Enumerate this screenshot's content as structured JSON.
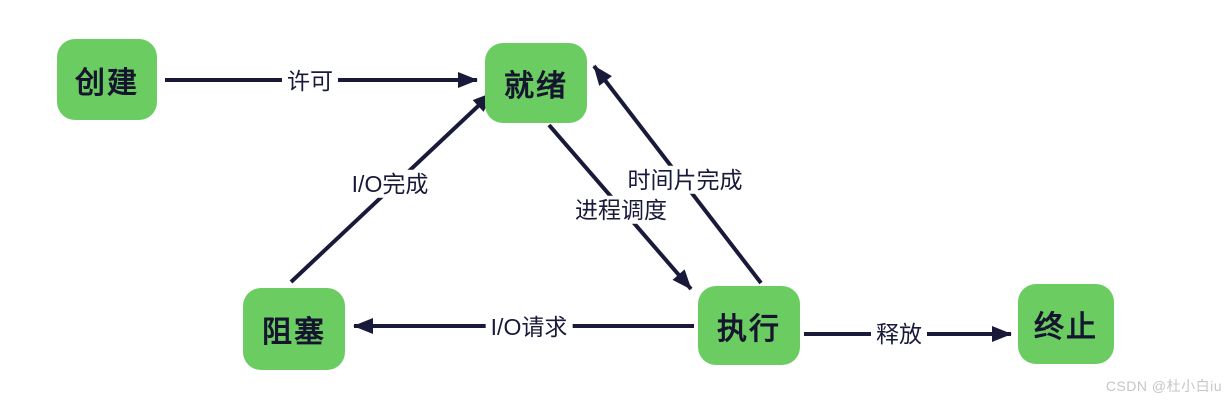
{
  "diagram": {
    "type": "state-diagram",
    "topic": "process-state-transitions",
    "nodes": [
      {
        "id": "create",
        "label": "创建"
      },
      {
        "id": "ready",
        "label": "就绪"
      },
      {
        "id": "blocked",
        "label": "阻塞"
      },
      {
        "id": "running",
        "label": "执行"
      },
      {
        "id": "terminated",
        "label": "终止"
      }
    ],
    "edges": [
      {
        "from": "创建",
        "to": "就绪",
        "label": "许可"
      },
      {
        "from": "阻塞",
        "to": "就绪",
        "label": "I/O完成"
      },
      {
        "from": "就绪",
        "to": "执行",
        "label": "进程调度"
      },
      {
        "from": "执行",
        "to": "就绪",
        "label": "时间片完成"
      },
      {
        "from": "执行",
        "to": "阻塞",
        "label": "I/O请求"
      },
      {
        "from": "执行",
        "to": "终止",
        "label": "释放"
      }
    ],
    "colors": {
      "node_fill": "#6bcc62",
      "node_text": "#15162e",
      "arrow": "#191a3a",
      "background": "#ffffff",
      "watermark_text": "#c6c6c6"
    }
  },
  "watermark": "CSDN @杜小白iu"
}
